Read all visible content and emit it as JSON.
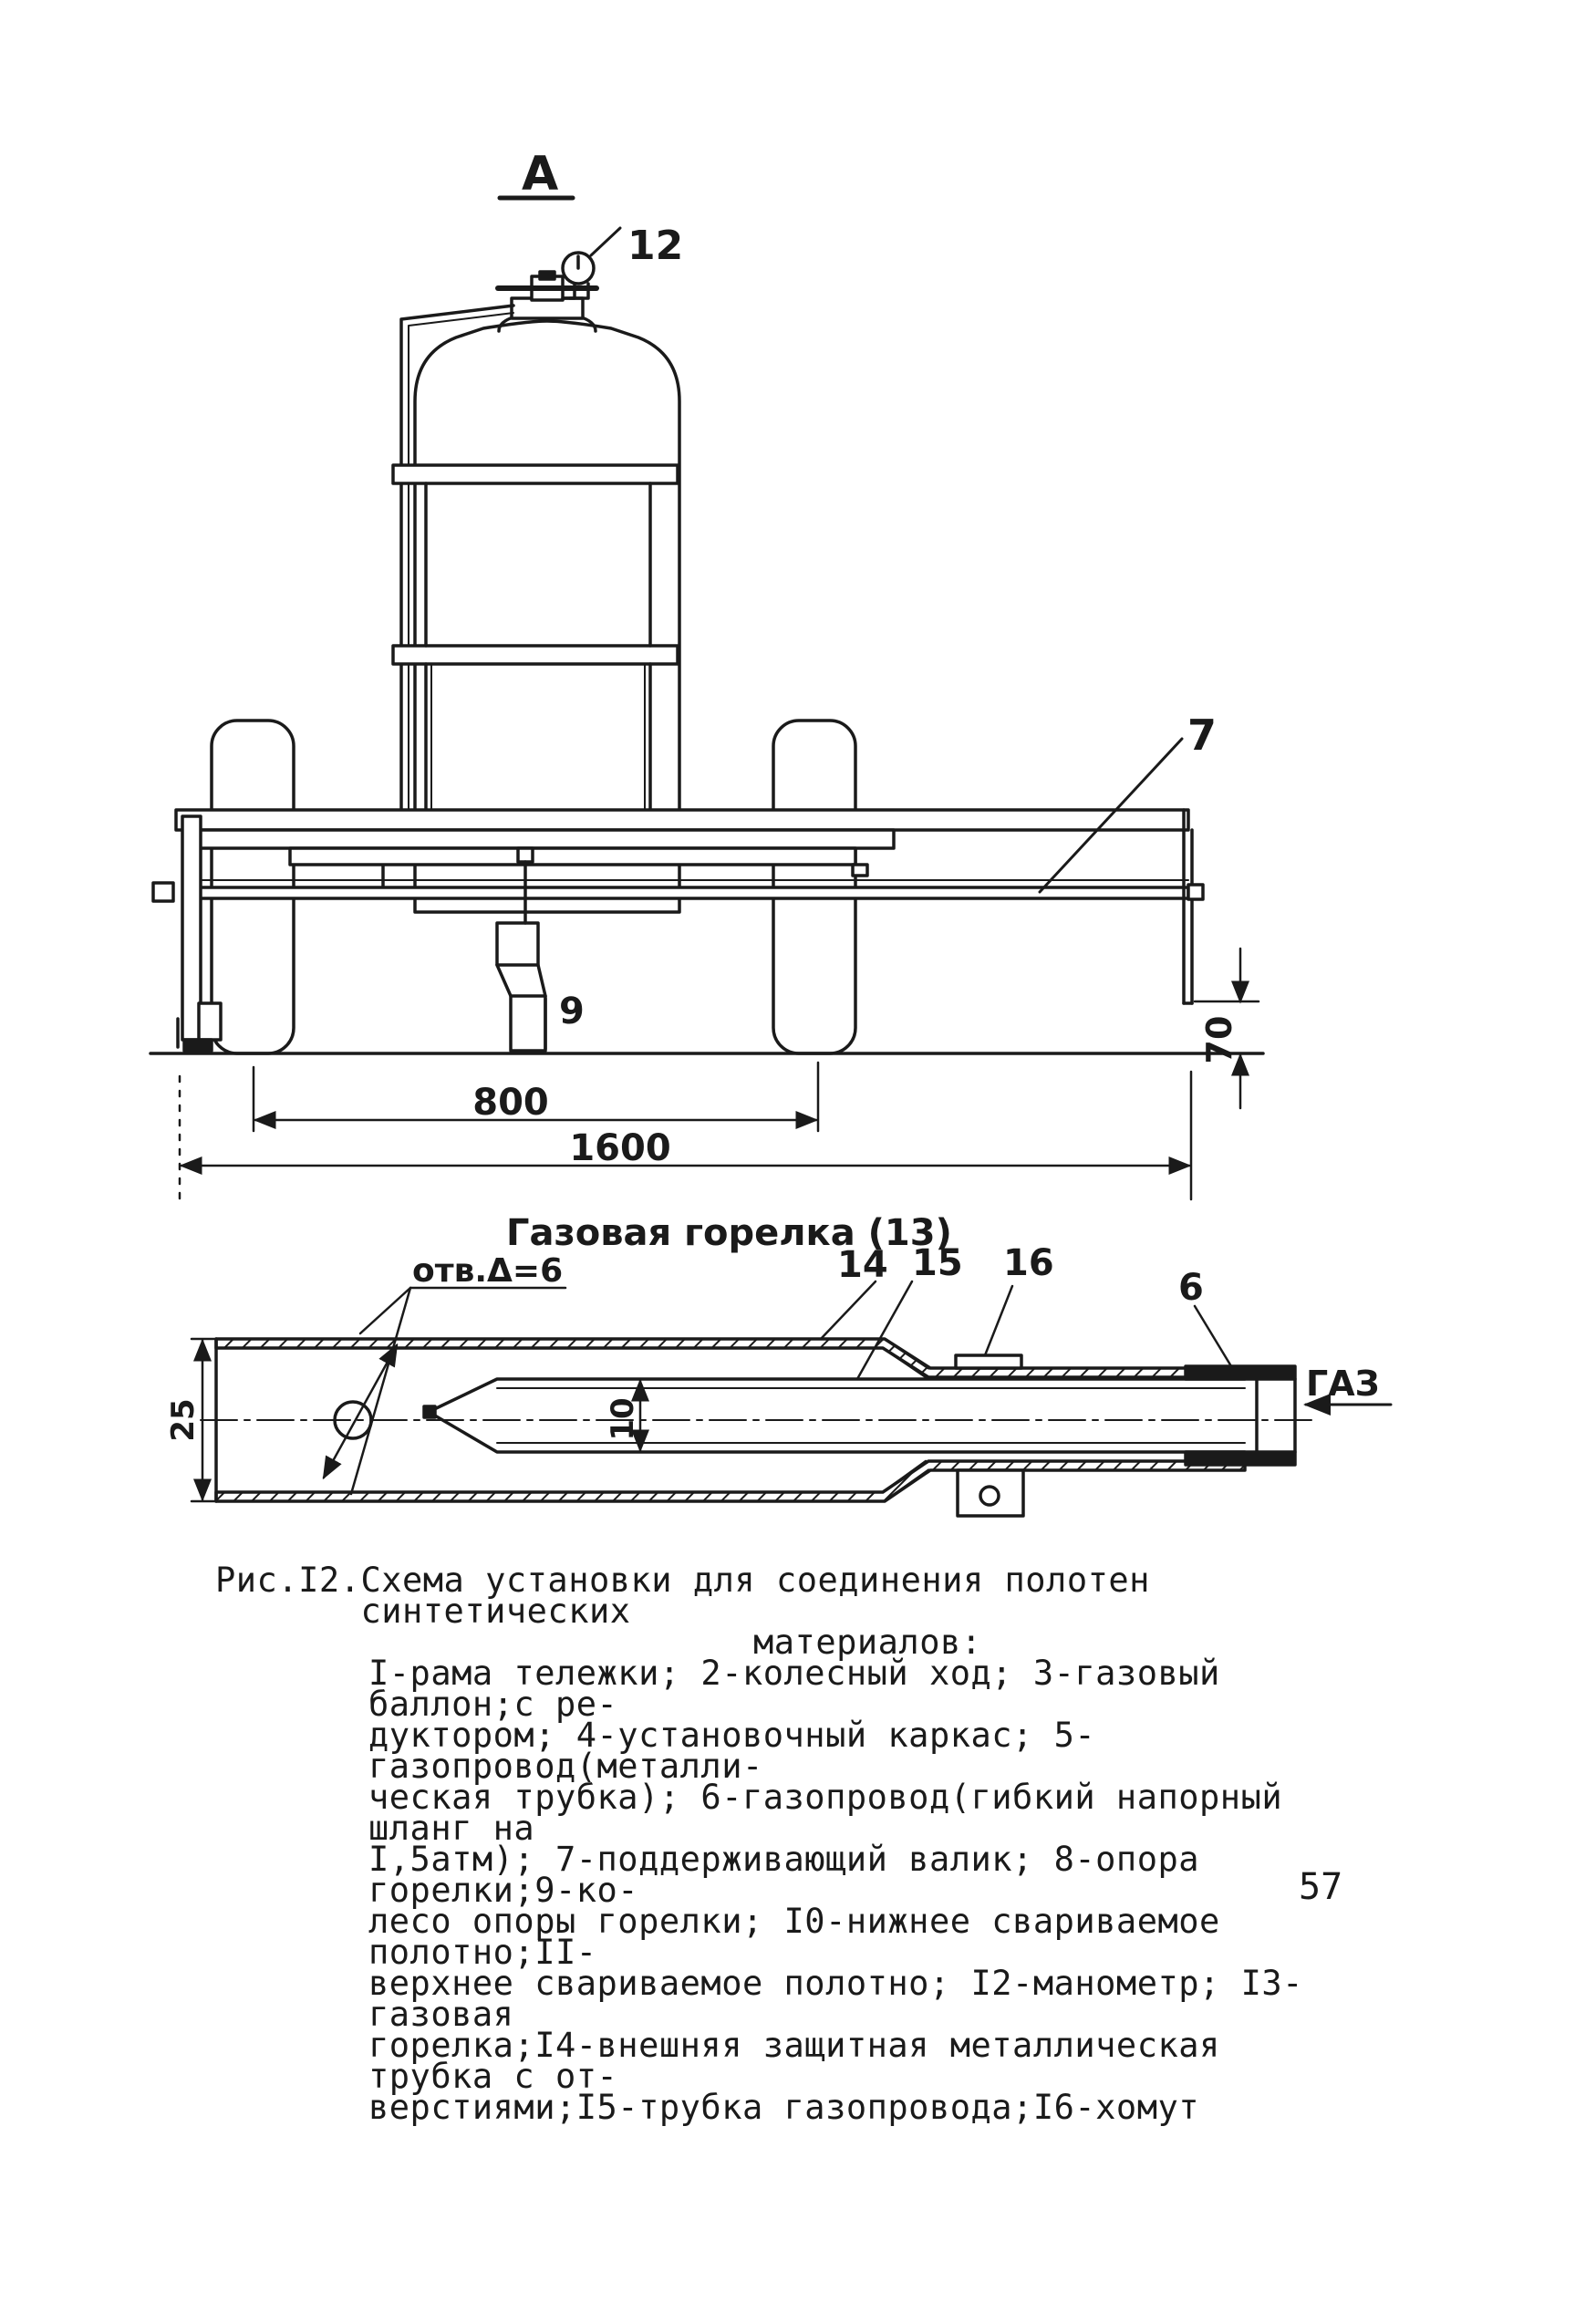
{
  "view_a": {
    "letter": "A"
  },
  "callouts": {
    "manometer": "12",
    "roller": "7",
    "burner_wheel": "9"
  },
  "dimensions": {
    "height_70": "70",
    "span_800": "800",
    "span_1600": "1600"
  },
  "burner": {
    "title": "Газовая горелка (13)",
    "holes": "отв.Δ=6",
    "n14": "14",
    "n15": "15",
    "n16": "16",
    "n6": "6",
    "gas": "ГАЗ",
    "dia_25": "25",
    "dia_10": "10"
  },
  "caption": {
    "figure": "Рис.I2.",
    "title": "Схема установки для соединения полотен синтетических",
    "title_cont": "материалов:",
    "legend_lines": [
      "I-рама тележки; 2-колесный ход; 3-газовый баллон;с ре-",
      "дуктором; 4-установочный каркас; 5-газопровод(металли-",
      "ческая трубка); 6-газопровод(гибкий напорный шланг на",
      "I,5атм); 7-поддерживающий валик; 8-опора горелки;9-ко-",
      "лесо опоры горелки; I0-нижнее свариваемое полотно;II-",
      "верхнее свариваемое полотно; I2-манометр; I3-газовая",
      "горелка;I4-внешняя защитная металлическая трубка с от-",
      "верстиями;I5-трубка газопровода;I6-хомут"
    ]
  },
  "page_number": "57"
}
